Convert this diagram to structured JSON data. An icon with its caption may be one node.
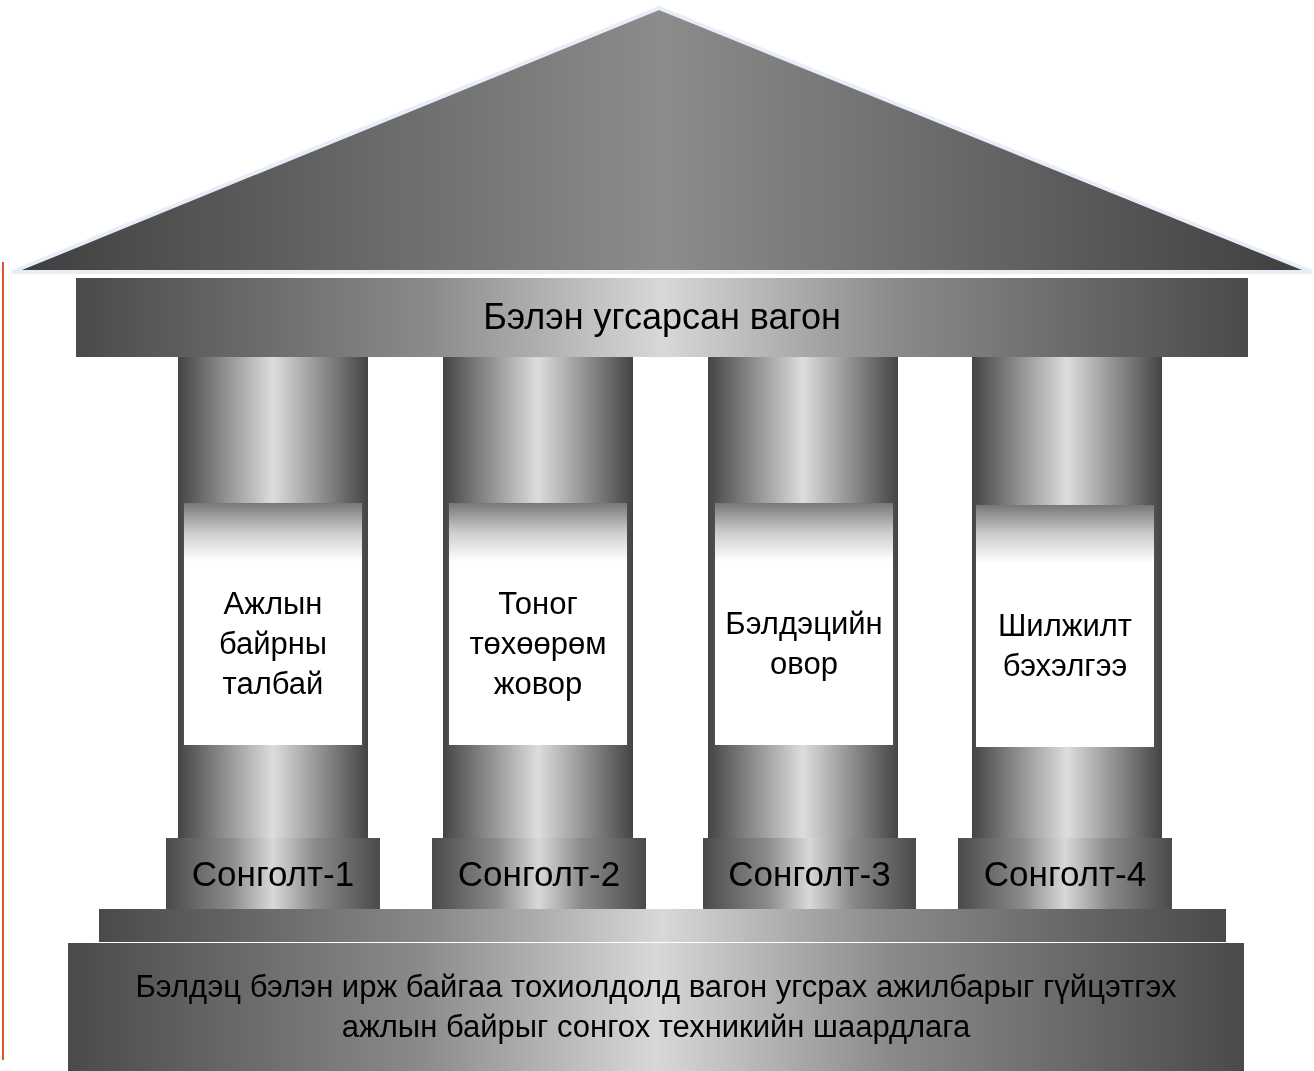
{
  "diagram": {
    "nodes": [
      {
        "text": [],
        "shape": "triangle"
      },
      {
        "text": [
          "Бэлэн угсарсан вагон"
        ]
      },
      {
        "text": [],
        "shape": "column"
      },
      {
        "text": [
          "Ажлын байрны талбай"
        ],
        "in": 2
      },
      {
        "text": [],
        "shape": "column"
      },
      {
        "text": [
          "Тоног төхөөрөм жовор"
        ],
        "in": 4
      },
      {
        "text": [],
        "shape": "column"
      },
      {
        "text": [
          "Бэлдэцийн овор"
        ],
        "in": 6
      },
      {
        "text": [],
        "shape": "column"
      },
      {
        "text": [
          "Шилжилт бэхэлгээ"
        ],
        "in": 8
      },
      {
        "text": [
          "Сонголт-1"
        ]
      },
      {
        "text": [
          "Сонголт-2"
        ]
      },
      {
        "text": [
          "Сонголт-3"
        ]
      },
      {
        "text": [
          "Сонголт-4"
        ]
      },
      {
        "text": [],
        "shape": "bar"
      },
      {
        "text": [
          "Бэлдэц бэлэн ирж байгаа тохиолдолд вагон угсрах ажилбарыг гүйцэтгэх ажлын байрыг сонгох техникийн шаардлага"
        ]
      }
    ],
    "edges": []
  }
}
